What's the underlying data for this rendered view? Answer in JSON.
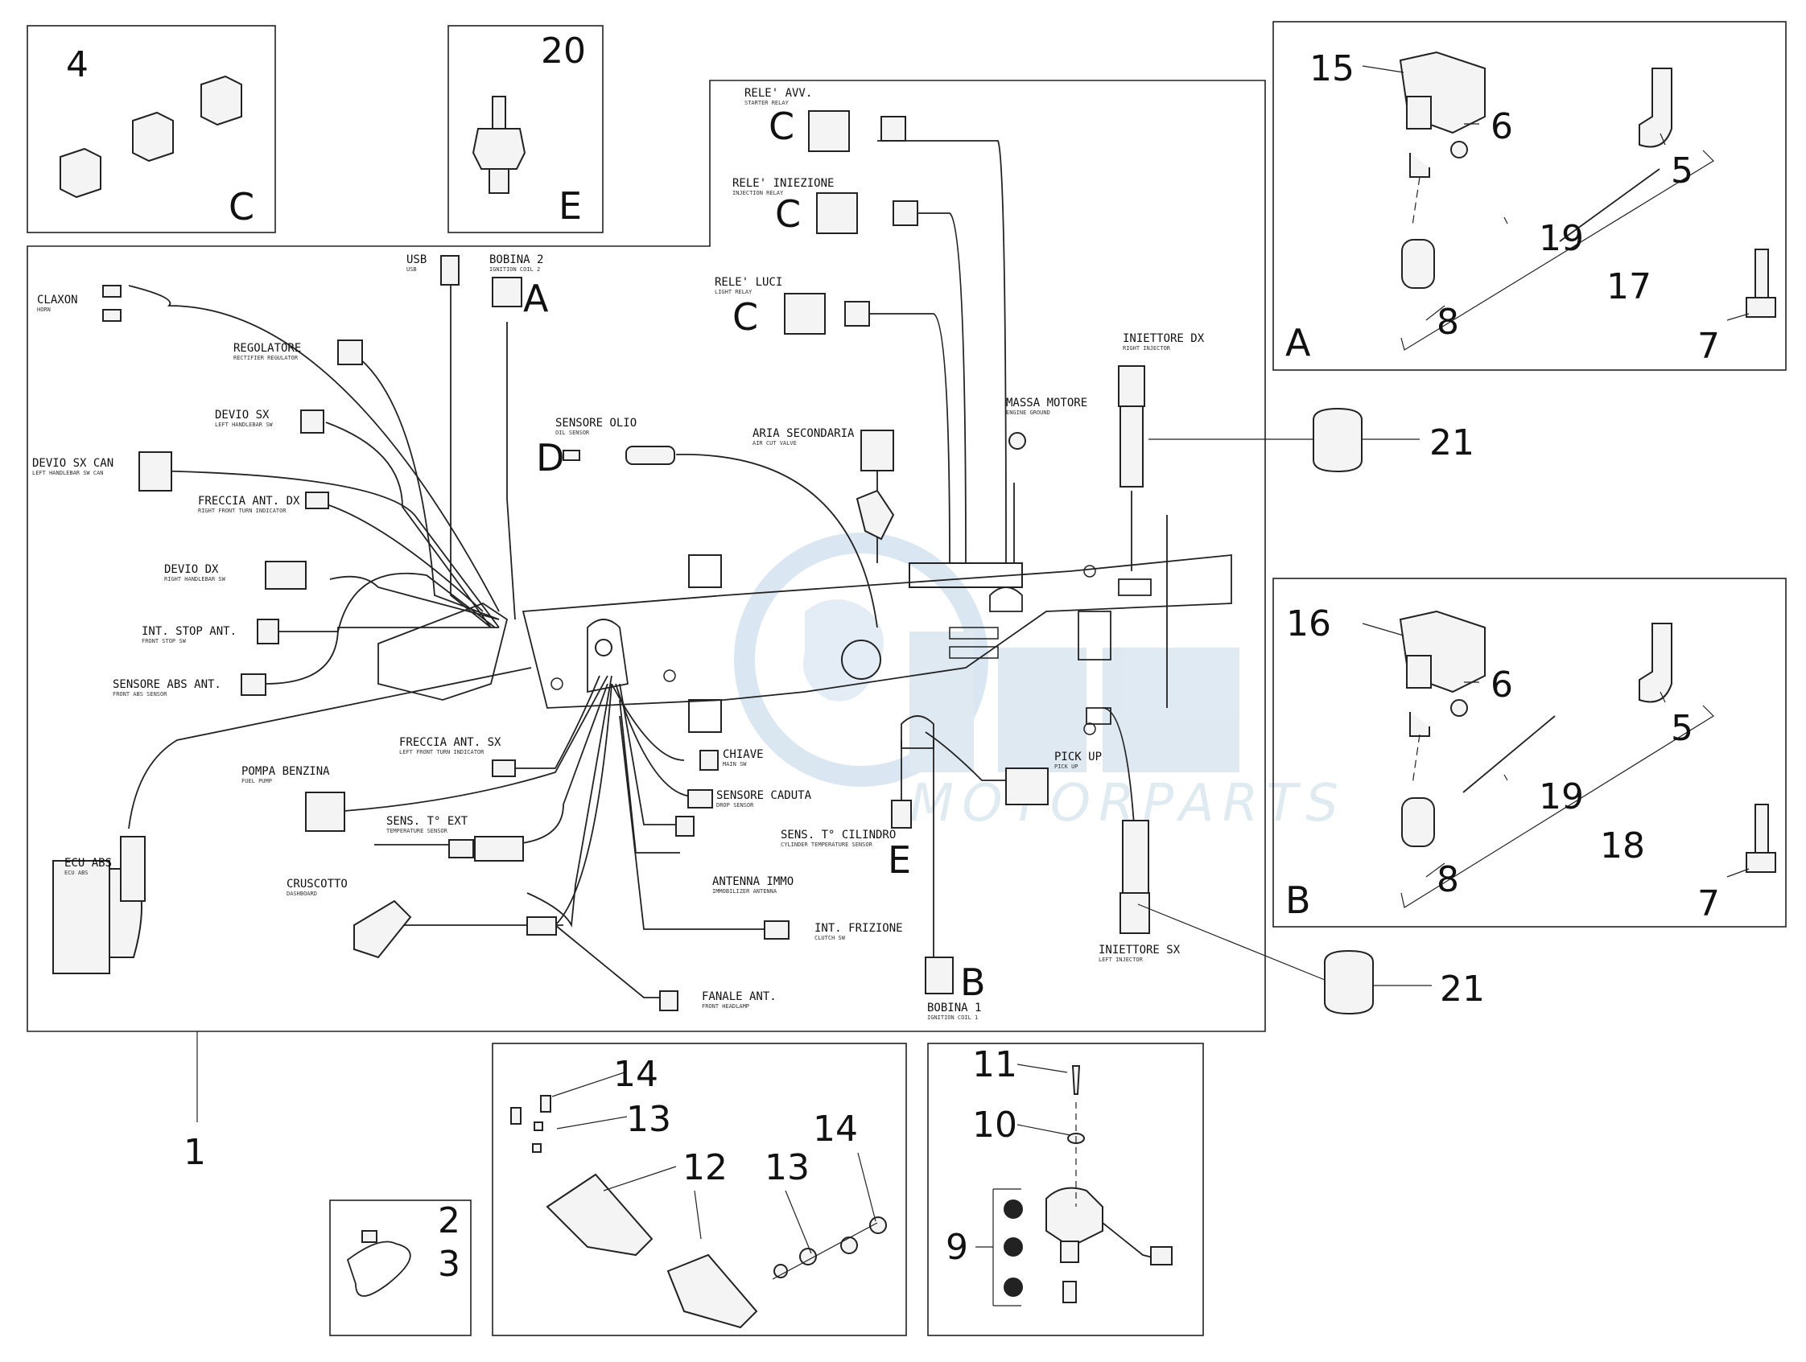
{
  "diagram": {
    "ref_numbers": {
      "n1": "1",
      "n2": "2",
      "n3": "3",
      "n4": "4",
      "n5": "5",
      "n6": "6",
      "n7": "7",
      "n8": "8",
      "n9": "9",
      "n10": "10",
      "n11": "11",
      "n12": "12",
      "n13": "13",
      "n14": "14",
      "n15": "15",
      "n16": "16",
      "n17": "17",
      "n18": "18",
      "n19": "19",
      "n20": "20",
      "n21": "21"
    },
    "letters": {
      "a": "A",
      "b": "B",
      "c": "C",
      "d": "D",
      "e": "E"
    },
    "connectors": {
      "claxon": {
        "label": "CLAXON",
        "sub": "HORN"
      },
      "usb": {
        "label": "USB",
        "sub": "USB"
      },
      "bobina2": {
        "label": "BOBINA 2",
        "sub": "IGNITION COIL 2"
      },
      "regolatore": {
        "label": "REGOLATORE",
        "sub": "RECTIFIER REGULATOR"
      },
      "devio_sx": {
        "label": "DEVIO SX",
        "sub": "LEFT HANDLEBAR SW"
      },
      "devio_sx_can": {
        "label": "DEVIO SX CAN",
        "sub": "LEFT HANDLEBAR SW CAN"
      },
      "freccia_ant_dx": {
        "label": "FRECCIA ANT. DX",
        "sub": "RIGHT FRONT TURN INDICATOR"
      },
      "devio_dx": {
        "label": "DEVIO DX",
        "sub": "RIGHT HANDLEBAR SW"
      },
      "int_stop_ant": {
        "label": "INT. STOP ANT.",
        "sub": "FRONT STOP SW"
      },
      "sensore_abs_ant": {
        "label": "SENSORE ABS ANT.",
        "sub": "FRONT ABS SENSOR"
      },
      "freccia_ant_sx": {
        "label": "FRECCIA ANT. SX",
        "sub": "LEFT FRONT TURN INDICATOR"
      },
      "pompa_benzina": {
        "label": "POMPA BENZINA",
        "sub": "FUEL PUMP"
      },
      "sens_t_ext": {
        "label": "SENS. T° EXT",
        "sub": "TEMPERATURE SENSOR"
      },
      "ecu_abs": {
        "label": "ECU ABS",
        "sub": "ECU ABS"
      },
      "cruscotto": {
        "label": "CRUSCOTTO",
        "sub": "DASHBOARD"
      },
      "chiave": {
        "label": "CHIAVE",
        "sub": "MAIN SW"
      },
      "sensore_caduta": {
        "label": "SENSORE CADUTA",
        "sub": "DROP SENSOR"
      },
      "antenna_immo": {
        "label": "ANTENNA IMMO",
        "sub": "IMMOBILIZER ANTENNA"
      },
      "int_frizione": {
        "label": "INT. FRIZIONE",
        "sub": "CLUTCH SW"
      },
      "fanale_ant": {
        "label": "FANALE ANT.",
        "sub": "FRONT HEADLAMP"
      },
      "sens_t_cilindro": {
        "label": "SENS. T° CILINDRO",
        "sub": "CYLINDER TEMPERATURE SENSOR"
      },
      "bobina1": {
        "label": "BOBINA 1",
        "sub": "IGNITION COIL 1"
      },
      "pick_up": {
        "label": "PICK UP",
        "sub": "PICK UP"
      },
      "rele_avv": {
        "label": "RELE' AVV.",
        "sub": "STARTER RELAY"
      },
      "rele_iniezione": {
        "label": "RELE' INIEZIONE",
        "sub": "INJECTION RELAY"
      },
      "rele_luci": {
        "label": "RELE' LUCI",
        "sub": "LIGHT RELAY"
      },
      "sensore_olio": {
        "label": "SENSORE OLIO",
        "sub": "OIL SENSOR"
      },
      "aria_secondaria": {
        "label": "ARIA SECONDARIA",
        "sub": "AIR CUT VALVE"
      },
      "massa_motore": {
        "label": "MASSA MOTORE",
        "sub": "ENGINE GROUND"
      },
      "iniettore_dx": {
        "label": "INIETTORE DX",
        "sub": "RIGHT INJECTOR"
      },
      "iniettore_sx": {
        "label": "INIETTORE SX",
        "sub": "LEFT INJECTOR"
      }
    },
    "watermark": {
      "text": "MOTORPARTS",
      "color": "#bcd3e6"
    }
  }
}
